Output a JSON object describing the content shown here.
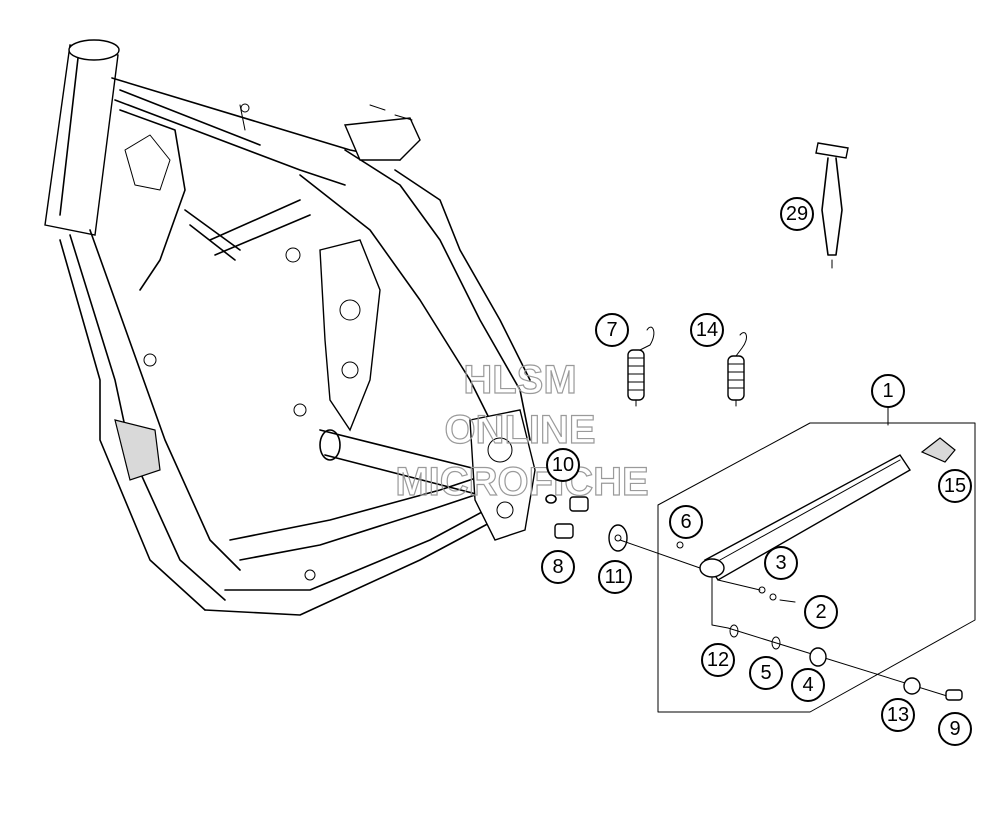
{
  "diagram": {
    "watermark": {
      "line1": "HLSM",
      "line2": "ONLINE",
      "line3": "MICROFICHE"
    },
    "callouts": [
      {
        "id": "c1",
        "label": "1"
      },
      {
        "id": "c2",
        "label": "2"
      },
      {
        "id": "c3",
        "label": "3"
      },
      {
        "id": "c4",
        "label": "4"
      },
      {
        "id": "c5",
        "label": "5"
      },
      {
        "id": "c6",
        "label": "6"
      },
      {
        "id": "c7",
        "label": "7"
      },
      {
        "id": "c8",
        "label": "8"
      },
      {
        "id": "c9",
        "label": "9"
      },
      {
        "id": "c10",
        "label": "10"
      },
      {
        "id": "c11",
        "label": "11"
      },
      {
        "id": "c12",
        "label": "12"
      },
      {
        "id": "c13",
        "label": "13"
      },
      {
        "id": "c14",
        "label": "14"
      },
      {
        "id": "c15",
        "label": "15"
      },
      {
        "id": "c29",
        "label": "29"
      }
    ]
  }
}
